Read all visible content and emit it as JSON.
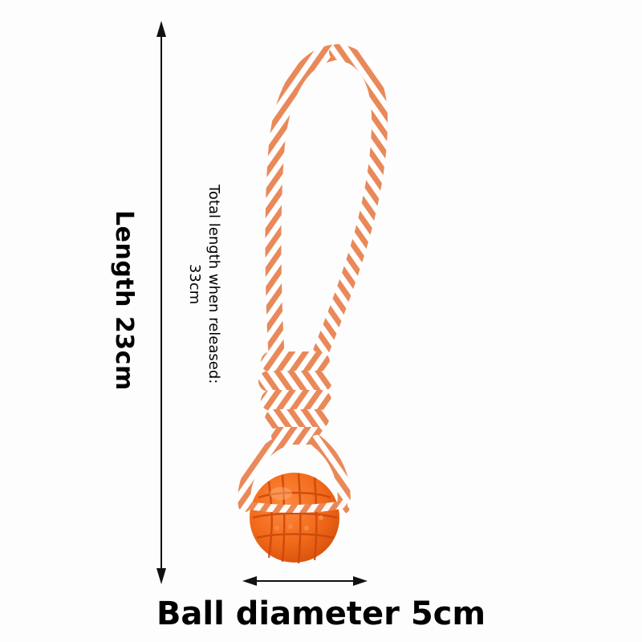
{
  "annotations": {
    "length_label": "Length 23cm",
    "total_length_line1": "Total length when released:",
    "total_length_line2": "33cm",
    "ball_diameter_label": "Ball diameter 5cm"
  },
  "product": {
    "name_icon": "rope-ball-toy-image",
    "rope_orange": "#e9895a",
    "rope_white": "#ffffff",
    "ball_orange": "#f26a1b",
    "ball_groove": "#d8500c"
  },
  "measurement_arrows": {
    "vertical_arrow_icon": "double-headed-vertical-arrow-icon",
    "horizontal_arrow_icon": "double-headed-horizontal-arrow-icon"
  }
}
